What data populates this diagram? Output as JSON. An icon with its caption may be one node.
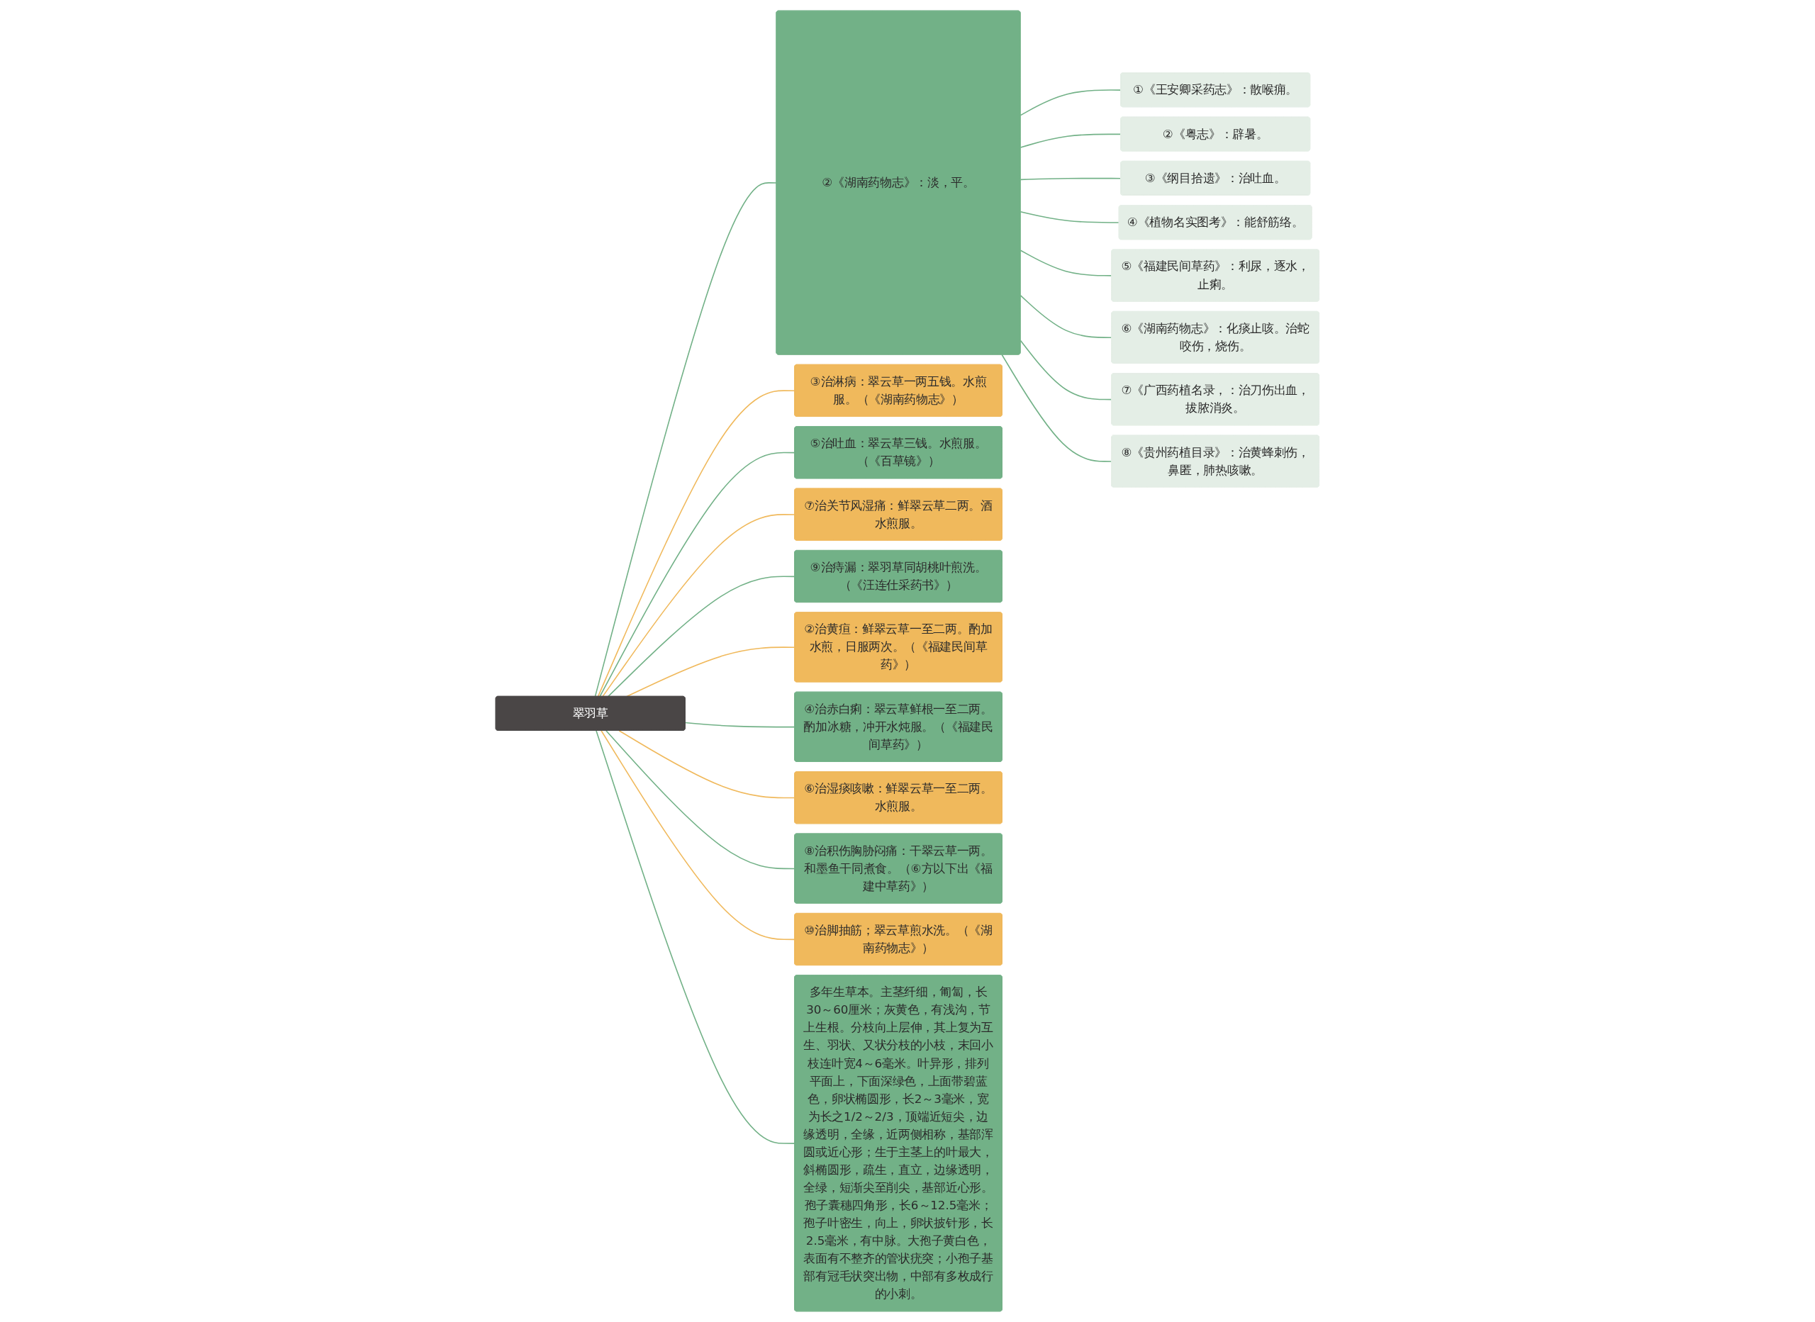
{
  "diagram": {
    "nodes": [
      {
        "text": [
          "翠羽草"
        ]
      },
      {
        "text": [
          "②《湖南药物志》：淡，平。"
        ]
      },
      {
        "text": [
          "①《王安卿采药志》：散喉痈。"
        ]
      },
      {
        "text": [
          "②《粤志》：辟暑。"
        ]
      },
      {
        "text": [
          "③《纲目拾遗》：治吐血。"
        ]
      },
      {
        "text": [
          "④《植物名实图考》：能舒筋络。"
        ]
      },
      {
        "text": [
          "⑤《福建民间草药》：利尿，逐水，止痢。"
        ]
      },
      {
        "text": [
          "⑥《湖南药物志》：化痰止咳。治蛇咬伤，烧伤。"
        ]
      },
      {
        "text": [
          "⑦《广西药植名录，：治刀伤出血，拔脓消炎。"
        ]
      },
      {
        "text": [
          "⑧《贵州药植目录》：治黄蜂刺伤，鼻匿，肺热咳嗽。"
        ]
      },
      {
        "text": [
          "多年生草本。主茎纤细，匍匐，长30～60厘米；灰黄色，有浅沟，节上生根。分枝向上层伸，其上复为互生、羽状、又状分枝的小枝，末回小枝连叶宽4～6毫米。叶异形，排列平面上，下面深绿色，上面带碧蓝色，卵状椭圆形，长2～3毫米，宽为长之1/2～2/3，顶端近短尖，边缘透明，全缘，近两侧相称，基部浑圆或近心形；生于主茎上的叶最大，斜椭圆形，疏生，直立，边缘透明，全绿，短渐尖至削尖，基部近心形。孢子囊穗四角形，长6～12.5毫米；孢子叶密生，向上，卵状披针形，长2.5毫米，有中脉。大孢子黄白色，表面有不整齐的管状疣突；小孢子基部有冠毛状突出物，中部有多枚成行的小刺。"
        ]
      },
      {
        "text": [
          "③治淋病：翠云草一两五钱。水煎服。（《湖南药物志》）"
        ]
      },
      {
        "text": [
          "⑤治吐血：翠云草三钱。水煎服。（《百草镜》）"
        ]
      },
      {
        "text": [
          "⑦治关节风湿痛：鲜翠云草二两。酒水煎服。"
        ]
      },
      {
        "text": [
          "⑨治痔漏：翠羽草同胡桃叶煎洗。（《汪连仕采药书》）"
        ]
      },
      {
        "text": [
          "②治黄疸：鲜翠云草一至二两。酌加水煎，日服两次。（《福建民间草药》）"
        ]
      },
      {
        "text": [
          "④治赤白痢：翠云草鲜根一至二两。酌加冰糖，冲开水炖服。（《福建民间草药》）"
        ]
      },
      {
        "text": [
          "⑥治湿痰咳嗽：鲜翠云草一至二两。水煎服。"
        ]
      },
      {
        "text": [
          "⑧治积伤胸胁闷痛：干翠云草一两。和墨鱼干同煮食。（⑥方以下出《福建中草药》）"
        ]
      },
      {
        "text": [
          "⑩治脚抽筋；翠云草煎水洗。（《湖南药物志》）"
        ]
      }
    ],
    "edges": [
      {
        "from": 0,
        "to": 1,
        "arrow": "none"
      },
      {
        "from": 1,
        "to": 2,
        "arrow": "none"
      },
      {
        "from": 1,
        "to": 3,
        "arrow": "none"
      },
      {
        "from": 1,
        "to": 4,
        "arrow": "none"
      },
      {
        "from": 1,
        "to": 5,
        "arrow": "none"
      },
      {
        "from": 1,
        "to": 6,
        "arrow": "none"
      },
      {
        "from": 1,
        "to": 7,
        "arrow": "none"
      },
      {
        "from": 1,
        "to": 8,
        "arrow": "none"
      },
      {
        "from": 1,
        "to": 9,
        "arrow": "none"
      },
      {
        "from": 0,
        "to": 10,
        "arrow": "none"
      },
      {
        "from": 0,
        "to": 11,
        "arrow": "none",
        "color": "#f0b95c"
      },
      {
        "from": 0,
        "to": 12,
        "arrow": "none"
      },
      {
        "from": 0,
        "to": 13,
        "arrow": "none",
        "color": "#f0b95c"
      },
      {
        "from": 0,
        "to": 14,
        "arrow": "none"
      },
      {
        "from": 0,
        "to": 15,
        "arrow": "none",
        "color": "#f0b95c"
      },
      {
        "from": 0,
        "to": 16,
        "arrow": "none"
      },
      {
        "from": 0,
        "to": 17,
        "arrow": "none",
        "color": "#f0b95c"
      },
      {
        "from": 0,
        "to": 18,
        "arrow": "none"
      },
      {
        "from": 0,
        "to": 19,
        "arrow": "none",
        "color": "#f0b95c"
      }
    ]
  }
}
